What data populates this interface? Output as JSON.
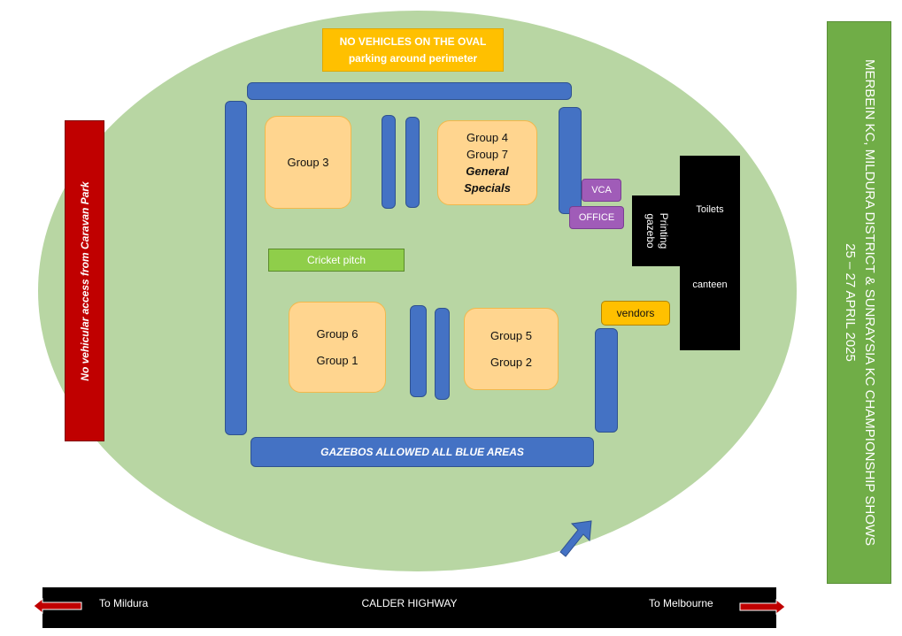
{
  "banner": {
    "line1": "NO VEHICLES ON THE OVAL",
    "line2": "parking around perimeter"
  },
  "groups": {
    "g3": [
      "Group 3"
    ],
    "g47": [
      "Group 4",
      "Group 7"
    ],
    "g47_extra": [
      "General",
      "Specials"
    ],
    "g61": [
      "Group 6",
      "Group 1"
    ],
    "g52": [
      "Group 5",
      "Group 2"
    ]
  },
  "cricket_pitch": "Cricket pitch",
  "vca": "VCA",
  "office": "OFFICE",
  "printing": [
    "Printing",
    "gazebo"
  ],
  "toilets": "Toilets",
  "canteen": "canteen",
  "vendors": "vendors",
  "gazebos_note": "GAZEBOS ALLOWED ALL BLUE AREAS",
  "caravan_note": "No vehicular access from Caravan Park",
  "title": {
    "line1": "MERBEIN KC, MILDURA DISTRICT & SUNRAYSIA KC CHAMPIONSHIP SHOWS",
    "line2": "25 – 27 APRIL 2025"
  },
  "road": {
    "left": "To Mildura",
    "center": "CALDER HIGHWAY",
    "right": "To Melbourne"
  },
  "colors": {
    "oval": "#b8d6a3",
    "blue_area": "#4472c4",
    "group": "#ffd58f",
    "title_bg": "#70ad47",
    "red": "#c00000"
  }
}
